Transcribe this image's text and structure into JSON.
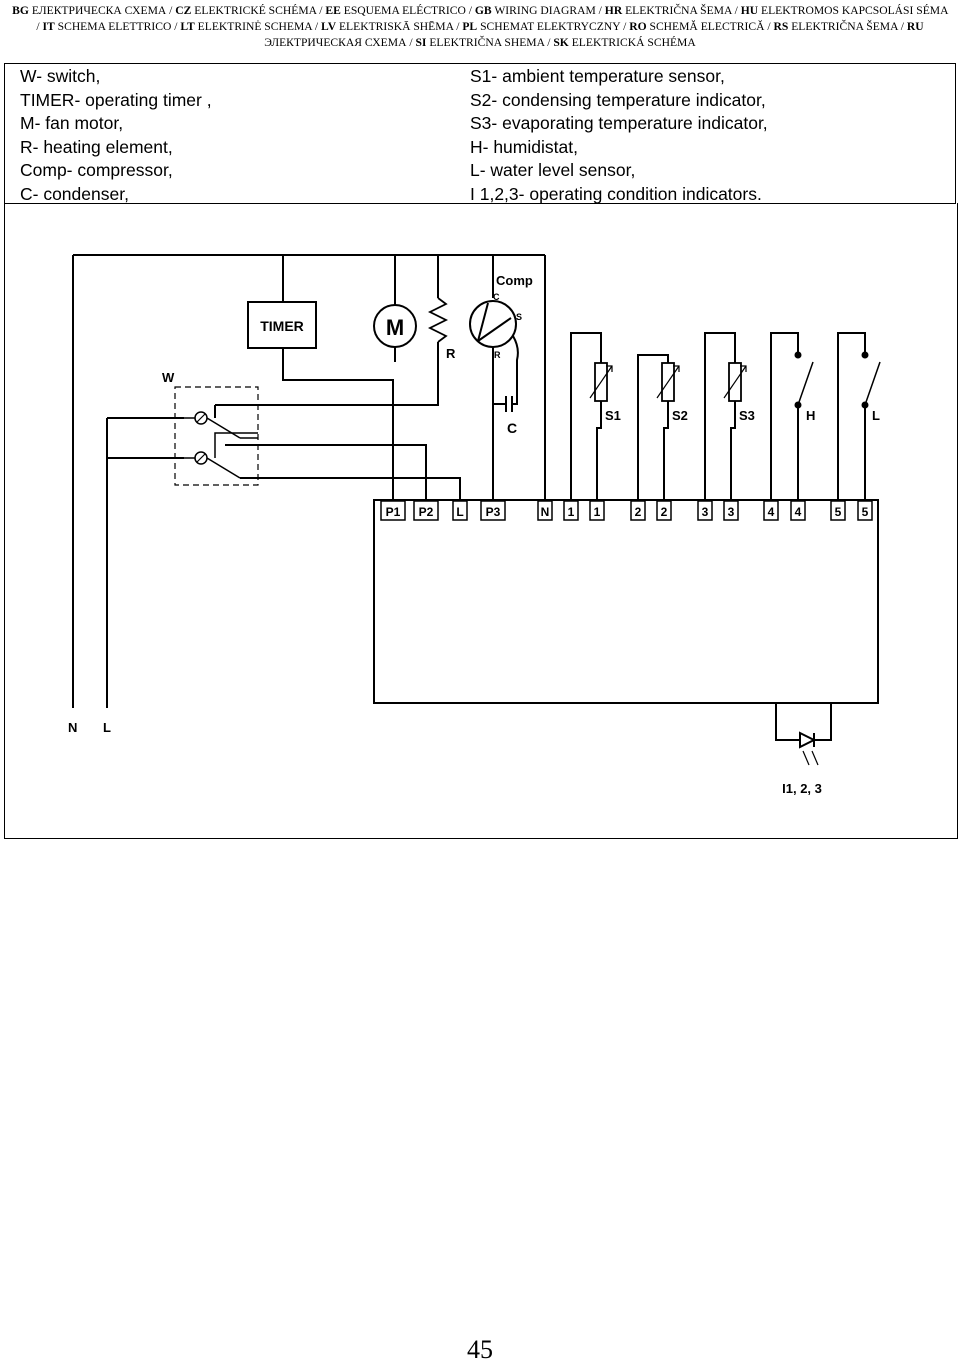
{
  "header": {
    "segments": [
      {
        "code": "BG",
        "text": "ЕЛЕКТРИЧЕСКА СХЕМА"
      },
      {
        "code": "CZ",
        "text": "ELEKTRICKÉ SCHÉMA"
      },
      {
        "code": "EE",
        "text": "ESQUEMA ELÉCTRICO"
      },
      {
        "code": "GB",
        "text": "WIRING DIAGRAM"
      },
      {
        "code": "HR",
        "text": "ELEKTRIČNA ŠEMA"
      },
      {
        "code": "HU",
        "text": "ELEKTROMOS KAPCSOLÁSI SÉMA"
      },
      {
        "code": "IT",
        "text": "SCHEMA ELETTRICO"
      },
      {
        "code": "LT",
        "text": "ELEKTRINĖ SCHEMA"
      },
      {
        "code": "LV",
        "text": "ELEKTRISKĀ SHĒMA"
      },
      {
        "code": "PL",
        "text": "SCHEMAT ELEKTRYCZNY"
      },
      {
        "code": "RO",
        "text": "SCHEMĂ ELECTRICĂ"
      },
      {
        "code": "RS",
        "text": "ELEKTRIČNA ŠEMA"
      },
      {
        "code": "RU",
        "text": "ЭЛЕКТРИЧЕСКАЯ СХЕМА"
      },
      {
        "code": "SI",
        "text": "ELEKTRIČNA SHEMA"
      },
      {
        "code": "SK",
        "text": "ELEKTRICKÁ SCHÉMA"
      }
    ]
  },
  "legend": {
    "left": [
      "W- switch,",
      "TIMER- operating timer ,",
      "M- fan motor,",
      "R- heating element,",
      "Comp- compressor,",
      "C- condenser,"
    ],
    "right": [
      "S1- ambient temperature sensor,",
      "S2- condensing temperature indicator,",
      "S3- evaporating temperature indicator,",
      "H- humidistat,",
      "L- water level sensor,",
      "I 1,2,3- operating condition indicators."
    ]
  },
  "diagram": {
    "timer_label": "TIMER",
    "motor_label": "M",
    "heater_label": "R",
    "comp_label": "Comp",
    "comp_terminals": {
      "c": "C",
      "s": "S",
      "r": "R"
    },
    "capacitor_label": "C",
    "switch_label": "W",
    "sensor_labels": [
      "S1",
      "S2",
      "S3"
    ],
    "switch_labels": [
      "H",
      "L"
    ],
    "mains_labels": [
      "N",
      "L"
    ],
    "terminals": [
      "P1",
      "P2",
      "L",
      "P3",
      "N",
      "1",
      "1",
      "2",
      "2",
      "3",
      "3",
      "4",
      "4",
      "5",
      "5"
    ],
    "indicator_label": "I1, 2, 3"
  },
  "page_number": "45"
}
